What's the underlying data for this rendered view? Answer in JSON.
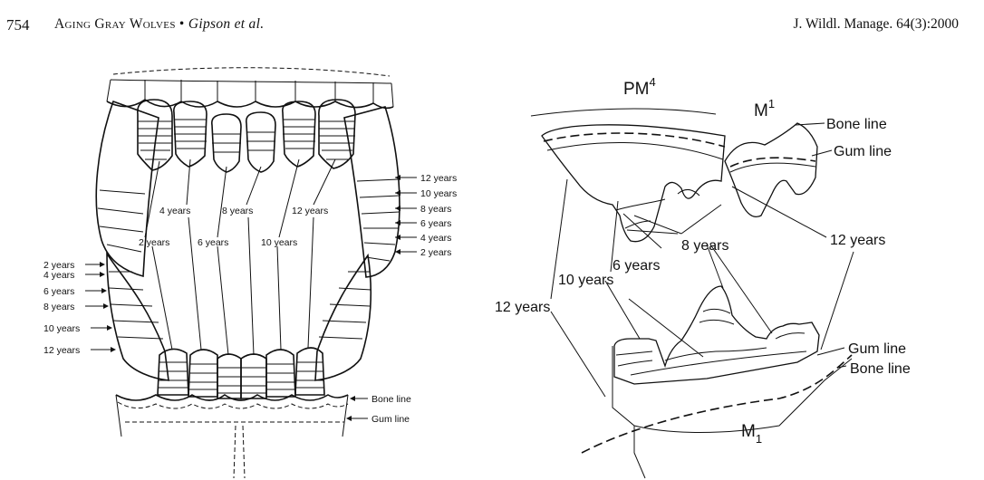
{
  "header": {
    "page_number": "754",
    "running_title": "Aging Gray Wolves",
    "separator": "•",
    "authors": "Gipson et al.",
    "journal": "J. Wildl. Manage. 64(3):2000"
  },
  "left_figure": {
    "upper_arrows": [
      "12 years",
      "10 years",
      "8 years",
      "6 years",
      "4 years",
      "2 years"
    ],
    "lower_arrows": [
      "2 years",
      "4 years",
      "6 years",
      "8 years",
      "10 years",
      "12 years"
    ],
    "incisor_labels_row1": [
      "4 years",
      "8 years",
      "12 years"
    ],
    "incisor_labels_row2": [
      "2 years",
      "6 years",
      "10 years"
    ],
    "bone_line": "Bone line",
    "gum_line": "Gum line"
  },
  "right_figure": {
    "pm4": "PM",
    "pm4_sup": "4",
    "m1_upper": "M",
    "m1_upper_sup": "1",
    "m1_lower": "M",
    "m1_lower_sub": "1",
    "bone_line_top": "Bone line",
    "gum_line_top": "Gum line",
    "gum_line_bottom": "Gum line",
    "bone_line_bottom": "Bone line",
    "age_8": "8 years",
    "age_6": "6 years",
    "age_10": "10 years",
    "age_12_left": "12 years",
    "age_12_right": "12 years"
  }
}
